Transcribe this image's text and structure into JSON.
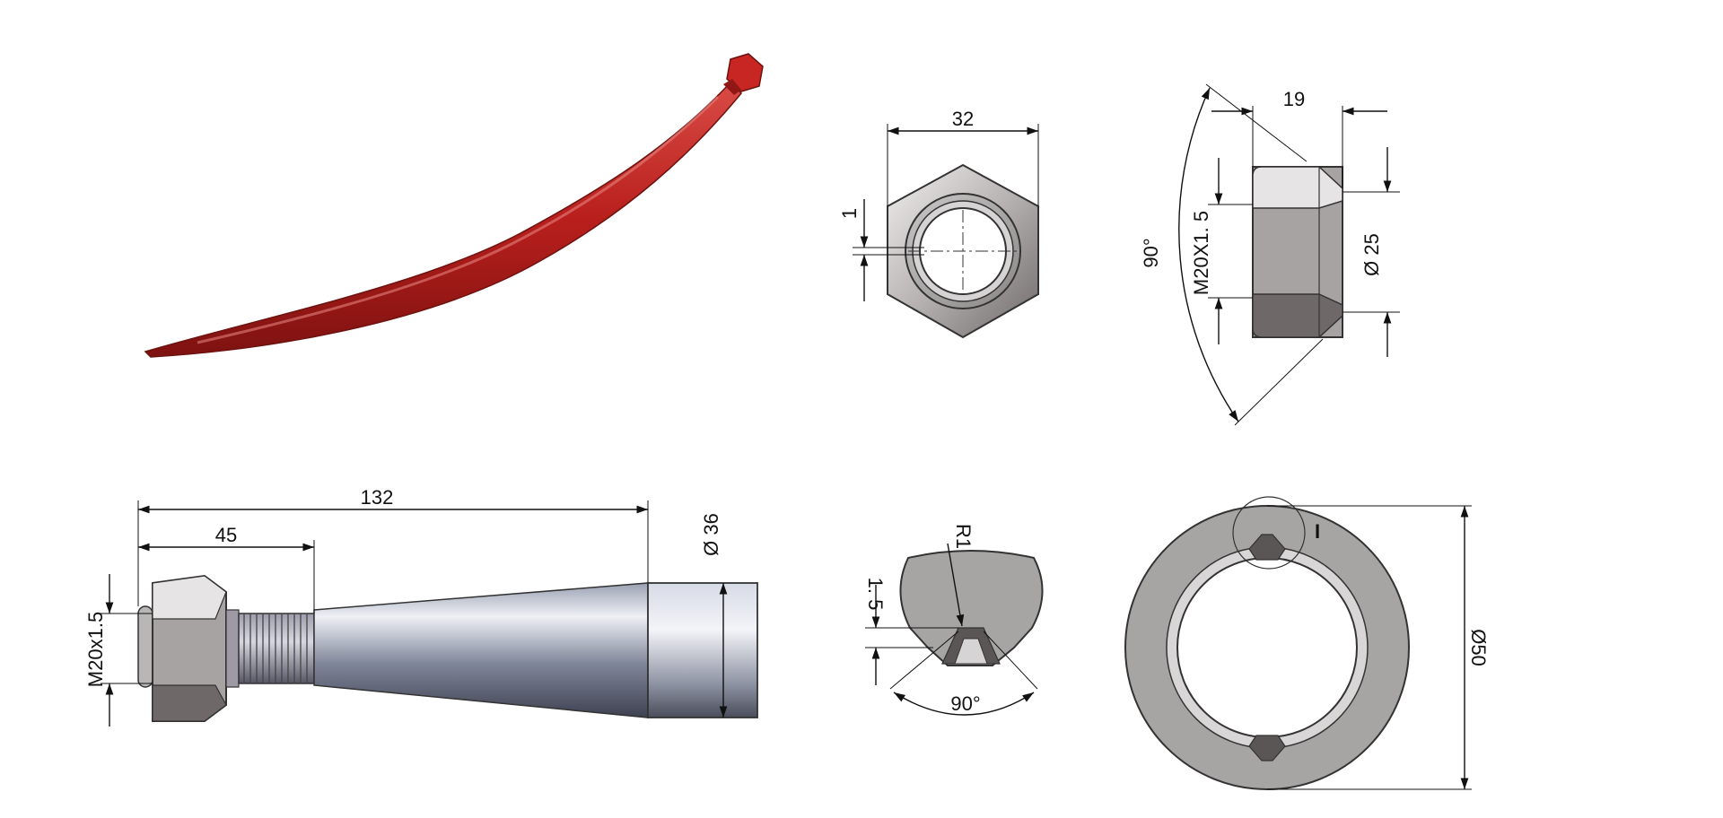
{
  "colors": {
    "tine_red": "#b81f1c",
    "metal_light": "#e6e4e4",
    "metal_mid": "#b3aeae",
    "metal_dark": "#6e6868",
    "cone_light": "#dfe3ee",
    "cone_dark": "#3e4150",
    "washer_gray": "#a7a4a4"
  },
  "icons": {
    "tine": "curved-bale-tine-photo",
    "nut": "hex-nut-drawing",
    "bolt": "tine-shank-drawing",
    "detail": "groove-detail-drawing",
    "washer": "washer-drawing"
  },
  "labels": {
    "nut_width": "32",
    "nut_gap": "1",
    "nut_height": "19",
    "nut_angle": "90°",
    "nut_thread": "M20X1. 5",
    "nut_diameter": "Ø 25",
    "bolt_length": "132",
    "bolt_thread_length": "45",
    "bolt_diameter": "Ø 36",
    "bolt_thread": "M20x1.5",
    "detail_radius": "R1",
    "detail_depth": "1. 5",
    "detail_angle": "90°",
    "washer_diameter": "Ø50",
    "washer_mark": "I"
  }
}
